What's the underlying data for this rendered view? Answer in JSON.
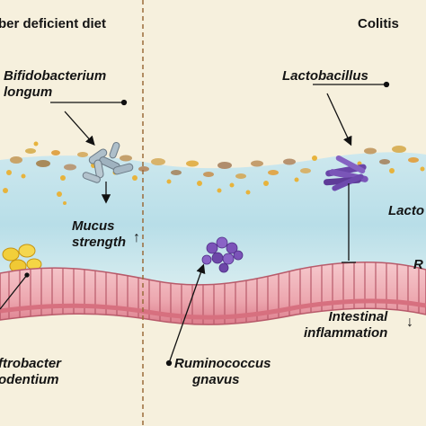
{
  "panels": {
    "left_header": "ber deficient diet",
    "right_header": "Colitis"
  },
  "labels": {
    "bifido_line1": "Bifidobacterium",
    "bifido_line2": "longum",
    "mucus_line1": "Mucus",
    "mucus_line2": "strength",
    "mucus_arrow": "↑",
    "citrobacter_line1": "ftrobacter",
    "citrobacter_line2": "odentium",
    "ruminococcus_line1": "Ruminococcus",
    "ruminococcus_line2": "gnavus",
    "lactobacillus": "Lactobacillus",
    "lacto_partial": "Lacto",
    "r_partial": "R",
    "inflammation_line1": "Intestinal",
    "inflammation_line2": "inflammation",
    "inflammation_arrow": "↓"
  },
  "colors": {
    "background": "#f6f0dd",
    "mucus": "#bfe2ea",
    "epithelium": "#efb3b9",
    "epithelium_dark": "#d7707f",
    "divider": "#9a6b3a",
    "lactobacillus": "#6a45a8",
    "ruminococcus": "#7b53b8",
    "citrobacter": "#f2cf3a"
  }
}
